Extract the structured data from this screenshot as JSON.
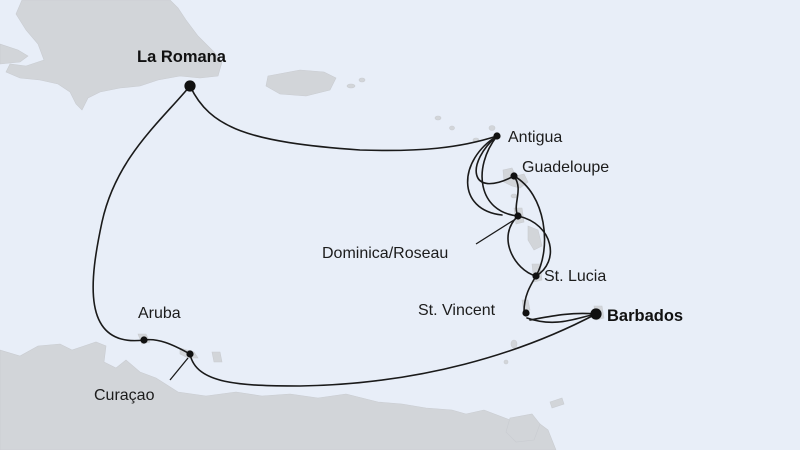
{
  "map": {
    "colors": {
      "sea": "#e8eef8",
      "land": "#d2d5d9",
      "route": "#1a1a1a",
      "marker": "#111111"
    },
    "ports": [
      {
        "id": "la-romana",
        "name": "La Romana",
        "type": "major"
      },
      {
        "id": "antigua",
        "name": "Antigua",
        "type": "minor"
      },
      {
        "id": "guadeloupe",
        "name": "Guadeloupe",
        "type": "minor"
      },
      {
        "id": "dominica",
        "name": "Dominica/Roseau",
        "type": "minor"
      },
      {
        "id": "st-lucia",
        "name": "St. Lucia",
        "type": "minor"
      },
      {
        "id": "st-vincent",
        "name": "St. Vincent",
        "type": "minor"
      },
      {
        "id": "barbados",
        "name": "Barbados",
        "type": "major"
      },
      {
        "id": "aruba",
        "name": "Aruba",
        "type": "minor"
      },
      {
        "id": "curacao",
        "name": "Curaçao",
        "type": "minor"
      }
    ]
  }
}
